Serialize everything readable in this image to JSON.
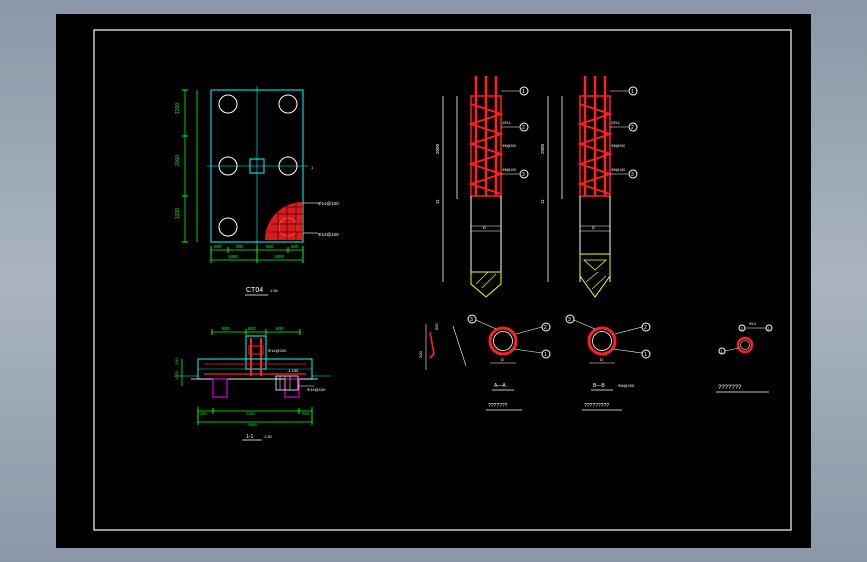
{
  "colors": {
    "frame": "#ffffff",
    "dim": "#00ff00",
    "outline": "#00ffff",
    "rebar": "#ff2020",
    "hatch": "#ffff00",
    "text": "#ffffff",
    "pile": "#ff00ff"
  },
  "cap_plan": {
    "title": "CT04",
    "scale": "1:30",
    "left_dims": [
      "1200",
      "2000",
      "1200"
    ],
    "bottom_dims_1": [
      "500",
      "900",
      "900",
      "500"
    ],
    "bottom_dims_2": [
      "1800",
      "1800"
    ],
    "note_top": "Φ14@100",
    "note_bottom": "Φ14@100"
  },
  "cap_section": {
    "top_dims": [
      "800",
      "800",
      "800"
    ],
    "left_dims": [
      "200",
      "1000"
    ],
    "bottom_dims_1": [
      "300",
      "2000",
      "300"
    ],
    "bottom_dims_2": [
      "2600"
    ],
    "note_1": "Φ14@100",
    "note_2": "-1.150",
    "note_3": "Φ14@100",
    "title": "1-1",
    "scale": "1:30"
  },
  "pile_elev_a": {
    "dims_vert": [
      "2000",
      "11"
    ],
    "dims_h": "D",
    "callouts": [
      "1",
      "2",
      "3"
    ],
    "labels": [
      "2Φ14",
      "Φ8@200",
      "Φ8@100"
    ]
  },
  "pile_elev_b": {
    "dims_vert": [
      "2000",
      "11"
    ],
    "dims_h": "D",
    "callouts": [
      "1",
      "2",
      "3"
    ],
    "labels": [
      "2Φ14",
      "Φ8@200",
      "Φ8@100"
    ]
  },
  "sec_a": {
    "title": "A—A",
    "caption": "???????",
    "callouts": [
      "3",
      "2",
      "1"
    ],
    "dim": "D"
  },
  "sec_b": {
    "title": "B—B",
    "caption": "?????????",
    "note": "Φ8@200",
    "callouts": [
      "3",
      "2",
      "1"
    ],
    "dim": "D"
  },
  "detail": {
    "caption": "???????",
    "callouts": [
      "3",
      "2",
      "1"
    ],
    "labels": [
      "Φ14",
      "200",
      "500"
    ]
  }
}
